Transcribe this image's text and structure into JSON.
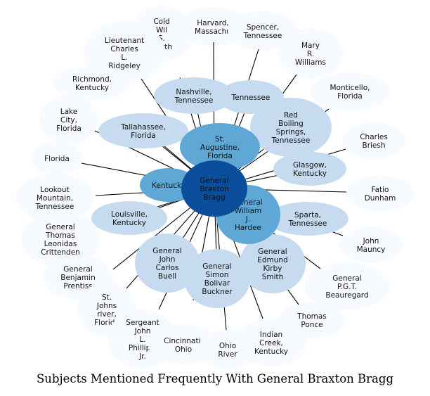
{
  "caption": "Subjects Mentioned Frequently With General Braxton Bragg",
  "colors": {
    "center": "#0b4f9c",
    "strong": "#5fa8d6",
    "medium": "#c6dbef",
    "weak": "#f7fbff",
    "edge": "#000000"
  },
  "center": {
    "id": "bragg",
    "lines": [
      "General",
      "Braxton",
      "Bragg"
    ]
  },
  "nodes": [
    {
      "id": "cold-wilderness",
      "lines": [
        "Cold",
        "Wil",
        "S.",
        "worth"
      ],
      "strength": "weak"
    },
    {
      "id": "harvard",
      "lines": [
        "Harvard,",
        "Massachu"
      ],
      "strength": "weak"
    },
    {
      "id": "spencer",
      "lines": [
        "Spencer,",
        "Tennessee"
      ],
      "strength": "weak"
    },
    {
      "id": "mary-williams",
      "lines": [
        "Mary",
        "R.",
        "Williams"
      ],
      "strength": "weak"
    },
    {
      "id": "ridgeley",
      "lines": [
        "Lieutenant",
        "Charles",
        "L.",
        "Ridgeley"
      ],
      "strength": "weak"
    },
    {
      "id": "richmond",
      "lines": [
        "Richmond,",
        "Kentucky"
      ],
      "strength": "weak"
    },
    {
      "id": "monticello",
      "lines": [
        "Monticello,",
        "Florida"
      ],
      "strength": "weak"
    },
    {
      "id": "lake-city",
      "lines": [
        "Lake",
        "City,",
        "Florida"
      ],
      "strength": "weak"
    },
    {
      "id": "briesh",
      "lines": [
        "Charles",
        "Briesh"
      ],
      "strength": "weak"
    },
    {
      "id": "florida",
      "lines": [
        "Florida"
      ],
      "strength": "weak"
    },
    {
      "id": "lookout",
      "lines": [
        "Lookout",
        "Mountain,",
        "Tennessee"
      ],
      "strength": "weak"
    },
    {
      "id": "dunham",
      "lines": [
        "Fatio",
        "Dunham"
      ],
      "strength": "weak"
    },
    {
      "id": "crittenden",
      "lines": [
        "General",
        "Thomas",
        "Leonidas",
        "Crittenden"
      ],
      "strength": "weak"
    },
    {
      "id": "maunchy",
      "lines": [
        "John",
        "Mauncy"
      ],
      "strength": "weak"
    },
    {
      "id": "prentiss",
      "lines": [
        "General",
        "Benjamin",
        "Prentiss"
      ],
      "strength": "weak"
    },
    {
      "id": "st-johns",
      "lines": [
        "St.",
        "Johns",
        "river,",
        "Florida"
      ],
      "strength": "weak"
    },
    {
      "id": "phillips",
      "lines": [
        "Sergeant",
        "John",
        "L.",
        "Phillips,",
        "Jr."
      ],
      "strength": "weak"
    },
    {
      "id": "cincinnati",
      "lines": [
        "Cincinnati,",
        "Ohio"
      ],
      "strength": "weak"
    },
    {
      "id": "ohio-river",
      "lines": [
        "Ohio",
        "River"
      ],
      "strength": "weak"
    },
    {
      "id": "indian-creek",
      "lines": [
        "Indian",
        "Creek,",
        "Kentucky"
      ],
      "strength": "weak"
    },
    {
      "id": "thomas-ponce",
      "lines": [
        "Thomas",
        "Ponce"
      ],
      "strength": "weak"
    },
    {
      "id": "beauregard",
      "lines": [
        "General",
        "P.G.T.",
        "Beauregard"
      ],
      "strength": "weak"
    },
    {
      "id": "nashville",
      "lines": [
        "Nashville,",
        "Tennessee"
      ],
      "strength": "medium"
    },
    {
      "id": "tennessee",
      "lines": [
        "Tennessee"
      ],
      "strength": "medium"
    },
    {
      "id": "red-boiling",
      "lines": [
        "Red",
        "Boiling",
        "Springs,",
        "Tennessee"
      ],
      "strength": "medium"
    },
    {
      "id": "tallahassee",
      "lines": [
        "Tallahassee,",
        "Florida"
      ],
      "strength": "medium"
    },
    {
      "id": "glasgow",
      "lines": [
        "Glasgow,",
        "Kentucky"
      ],
      "strength": "medium"
    },
    {
      "id": "louisville",
      "lines": [
        "Louisville,",
        "Kentucky"
      ],
      "strength": "medium"
    },
    {
      "id": "sparta",
      "lines": [
        "Sparta,",
        "Tennessee"
      ],
      "strength": "medium"
    },
    {
      "id": "buell",
      "lines": [
        "General",
        "John",
        "Carlos",
        "Buell"
      ],
      "strength": "medium"
    },
    {
      "id": "buckner",
      "lines": [
        "General",
        "Simon",
        "Bolivar",
        "Buckner"
      ],
      "strength": "medium"
    },
    {
      "id": "kirby-smith",
      "lines": [
        "General",
        "Edmund",
        "Kirby",
        "Smith"
      ],
      "strength": "medium"
    },
    {
      "id": "st-augustine",
      "lines": [
        "St.",
        "Augustine,",
        "Florida"
      ],
      "strength": "strong"
    },
    {
      "id": "kentucky",
      "lines": [
        "Kentucky"
      ],
      "strength": "strong"
    },
    {
      "id": "hardee",
      "lines": [
        "General",
        "William",
        "J.",
        "Hardee"
      ],
      "strength": "strong"
    }
  ]
}
